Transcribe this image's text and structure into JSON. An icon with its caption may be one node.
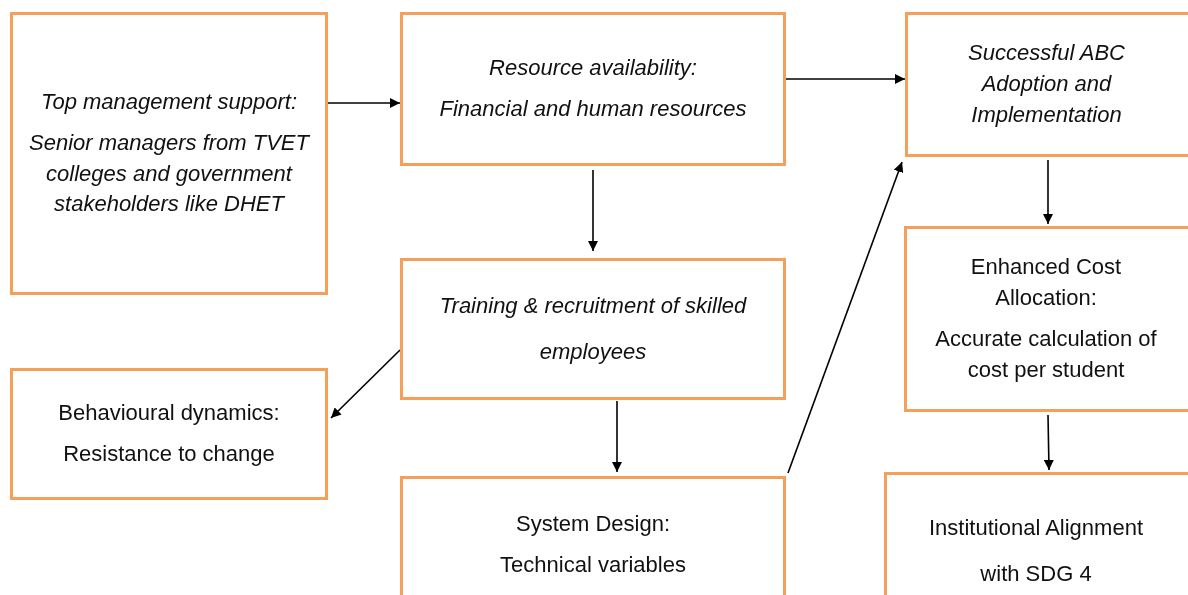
{
  "diagram": {
    "nodes": [
      {
        "text": [
          "Top management support:",
          "Senior managers from TVET colleges and government stakeholders like DHET"
        ]
      },
      {
        "text": [
          "Resource availability:",
          "Financial and human resources"
        ]
      },
      {
        "text": [
          "Successful ABC Adoption and Implementation"
        ]
      },
      {
        "text": [
          "Training & recruitment of skilled employees"
        ]
      },
      {
        "text": [
          "Behavioural dynamics:",
          "Resistance to change"
        ]
      },
      {
        "text": [
          "System Design:",
          "Technical variables"
        ]
      },
      {
        "text": [
          "Enhanced Cost Allocation:",
          "Accurate calculation of cost per student"
        ]
      },
      {
        "text": [
          "Institutional Alignment with SDG 4"
        ]
      }
    ],
    "edges": [
      {
        "from": 0,
        "to": 1,
        "arrow": "to"
      },
      {
        "from": 1,
        "to": 2,
        "arrow": "to"
      },
      {
        "from": 1,
        "to": 3,
        "arrow": "to"
      },
      {
        "from": 3,
        "to": 4,
        "arrow": "to"
      },
      {
        "from": 3,
        "to": 5,
        "arrow": "to"
      },
      {
        "from": 5,
        "to": 2,
        "arrow": "to"
      },
      {
        "from": 2,
        "to": 6,
        "arrow": "to"
      },
      {
        "from": 6,
        "to": 7,
        "arrow": "to"
      }
    ]
  }
}
